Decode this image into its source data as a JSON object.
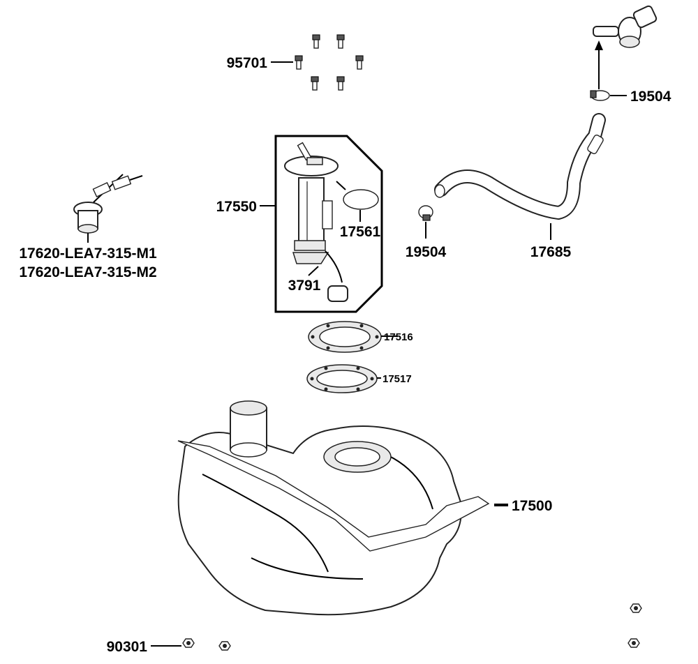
{
  "labels": {
    "bolt": "95701",
    "pump_assembly": "17550",
    "pump_gasket": "17561",
    "pump_filter": "3791",
    "ignition_key_1": "17620-LEA7-315-M1",
    "ignition_key_2": "17620-LEA7-315-M2",
    "clamp_upper": "19504",
    "clamp_lower": "19504",
    "fuel_hose": "17685",
    "set_plate": "17516",
    "packing": "17517",
    "fuel_tank": "17500",
    "nut": "90301"
  }
}
